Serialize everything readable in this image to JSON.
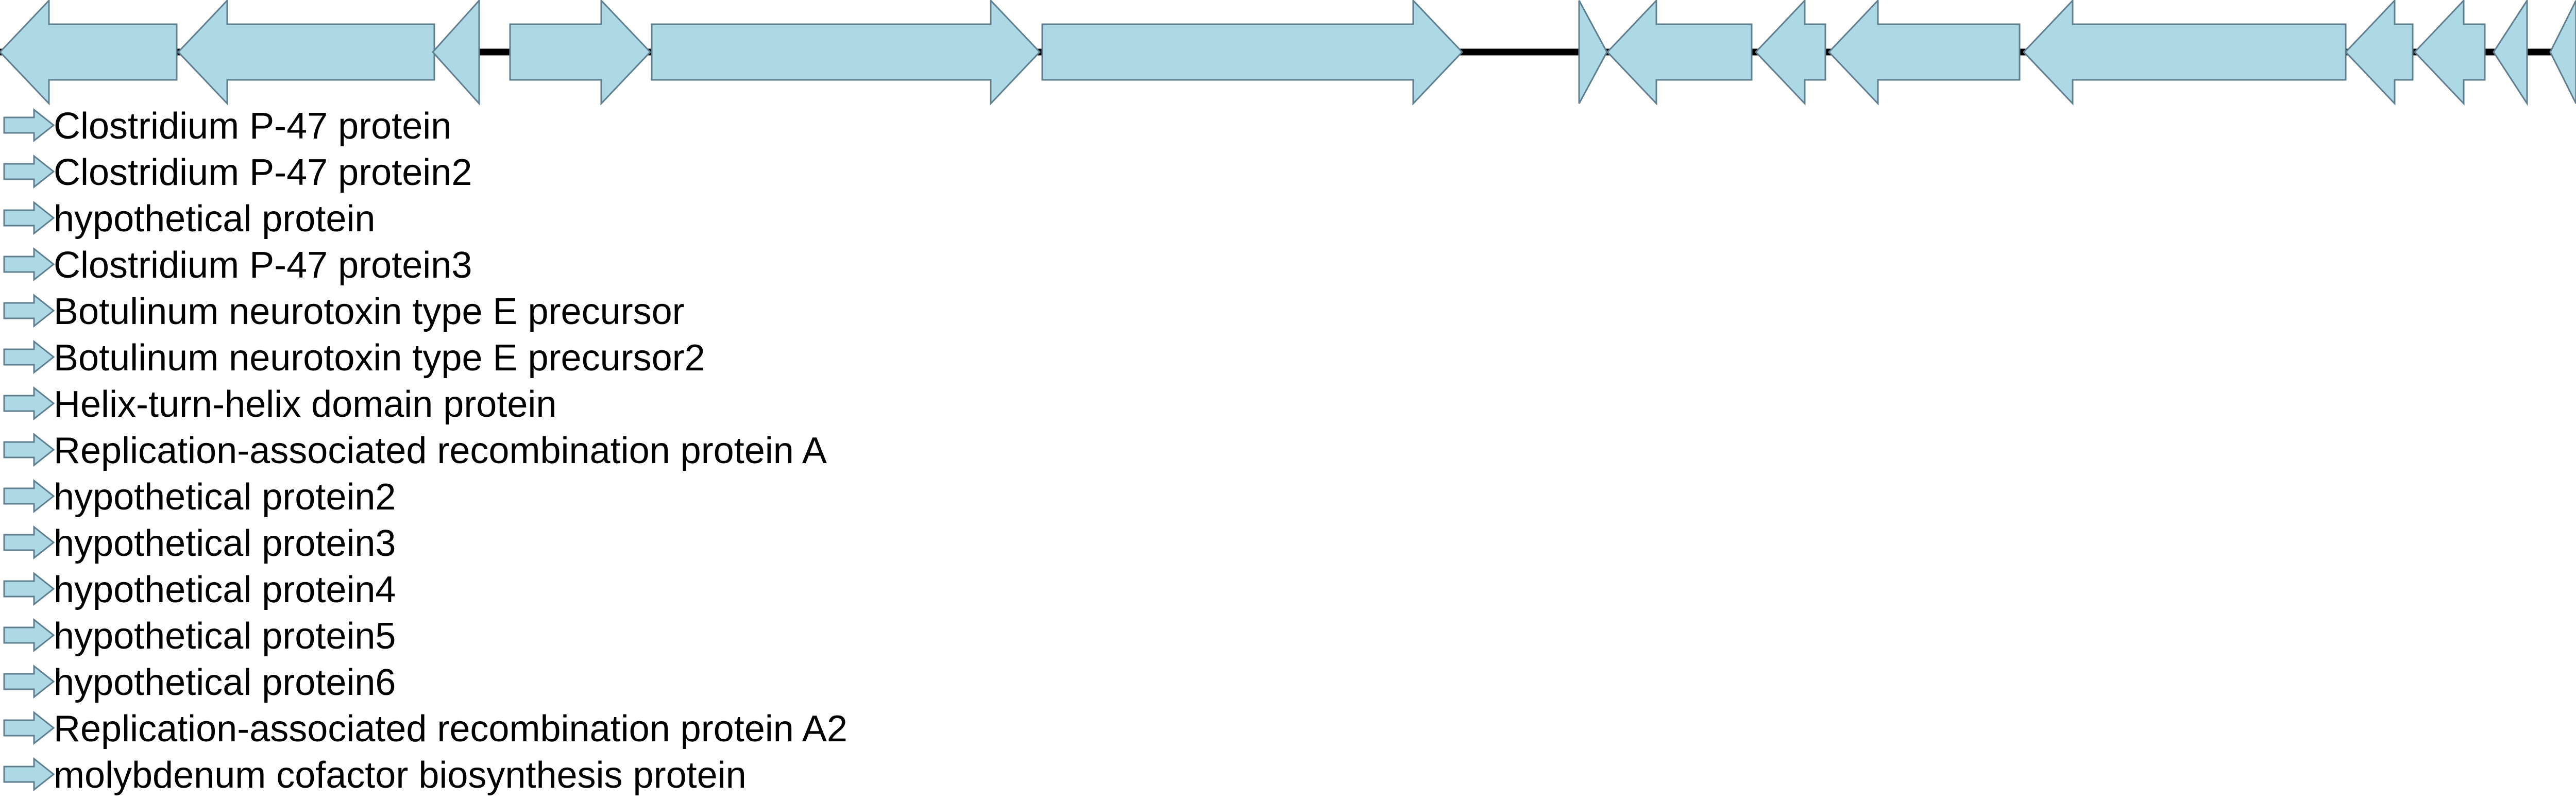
{
  "colors": {
    "gene_fill": "#add8e6",
    "gene_stroke": "#5f7f8f",
    "backbone": "#000000",
    "text": "#000000"
  },
  "map": {
    "genes": [
      {
        "index": 1,
        "strand": "-",
        "icon": "left-arrow"
      },
      {
        "index": 2,
        "strand": "-",
        "icon": "left-arrow"
      },
      {
        "index": 3,
        "strand": "-",
        "icon": "left-arrow"
      },
      {
        "index": 4,
        "strand": "+",
        "icon": "right-arrow"
      },
      {
        "index": 5,
        "strand": "+",
        "icon": "right-arrow"
      },
      {
        "index": 6,
        "strand": "+",
        "icon": "right-arrow"
      },
      {
        "index": 7,
        "strand": "+",
        "icon": "right-arrow"
      },
      {
        "index": 8,
        "strand": "-",
        "icon": "left-arrow"
      },
      {
        "index": 9,
        "strand": "-",
        "icon": "left-arrow"
      },
      {
        "index": 10,
        "strand": "-",
        "icon": "left-arrow"
      },
      {
        "index": 11,
        "strand": "-",
        "icon": "left-arrow"
      },
      {
        "index": 12,
        "strand": "-",
        "icon": "left-arrow"
      },
      {
        "index": 13,
        "strand": "-",
        "icon": "left-arrow"
      },
      {
        "index": 14,
        "strand": "-",
        "icon": "left-arrow"
      },
      {
        "index": 15,
        "strand": "-",
        "icon": "left-arrow"
      }
    ]
  },
  "legend": {
    "icon": "right-arrow",
    "items": [
      "Clostridium P-47 protein",
      "Clostridium P-47 protein2",
      "hypothetical protein",
      "Clostridium P-47 protein3",
      "Botulinum neurotoxin type E precursor",
      "Botulinum neurotoxin type E precursor2",
      "Helix-turn-helix domain protein",
      "Replication-associated recombination protein A",
      "hypothetical protein2",
      "hypothetical protein3",
      "hypothetical protein4",
      "hypothetical protein5",
      "hypothetical protein6",
      "Replication-associated recombination protein A2",
      "molybdenum cofactor biosynthesis protein"
    ]
  }
}
